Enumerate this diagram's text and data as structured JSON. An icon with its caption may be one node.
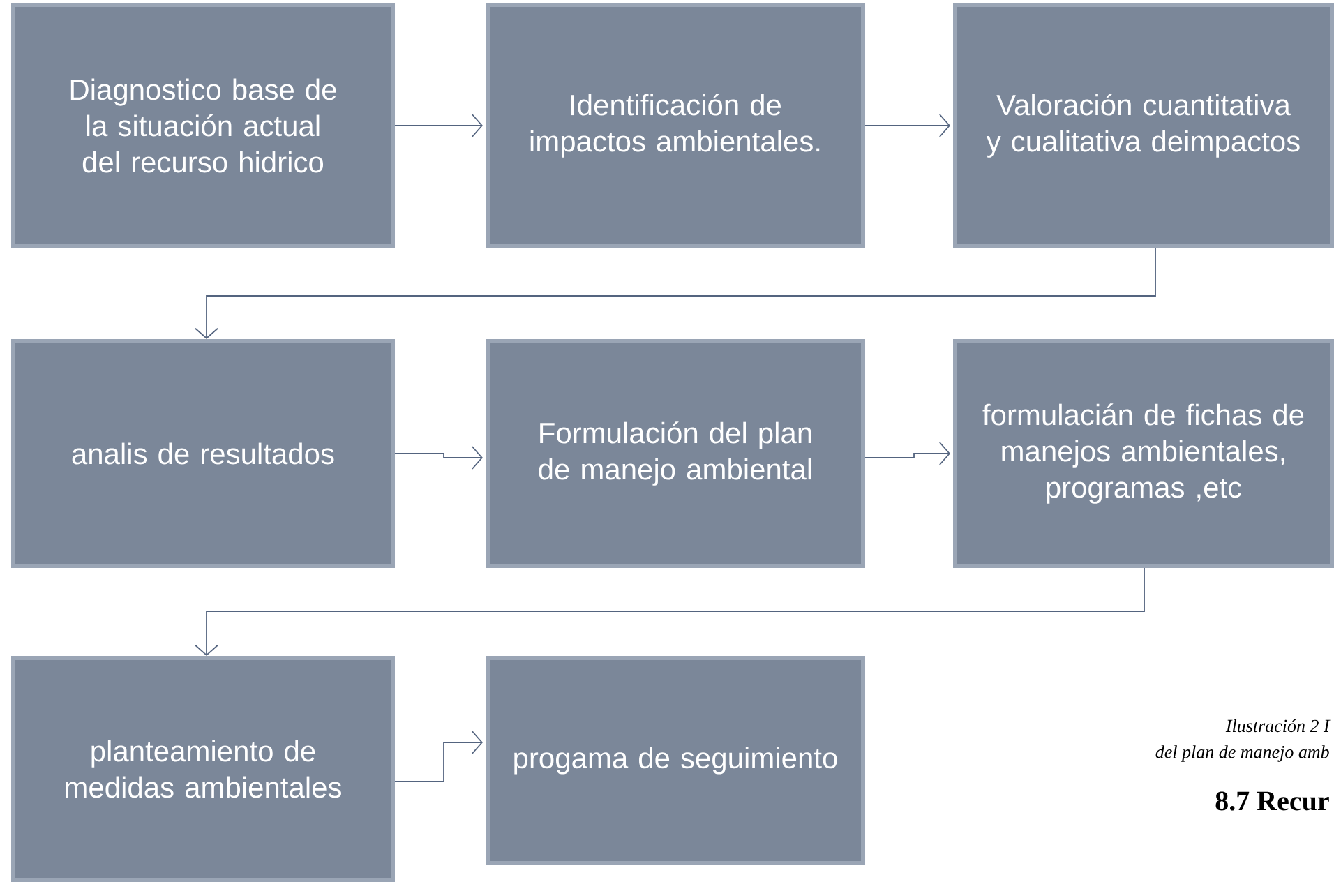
{
  "diagram": {
    "nodes": [
      {
        "text": [
          "Diagnostico base de la situación actual del recurso hidrico"
        ]
      },
      {
        "text": [
          "Identificación de impactos ambientales."
        ]
      },
      {
        "text": [
          "Valoración cuantitativa y cualitativa deimpactos"
        ]
      },
      {
        "text": [
          "analis de resultados"
        ]
      },
      {
        "text": [
          "Formulación del plan de manejo ambiental"
        ]
      },
      {
        "text": [
          "formulacián de fichas de manejos ambientales, programas ,etc"
        ]
      },
      {
        "text": [
          "planteamiento de medidas ambientales"
        ]
      },
      {
        "text": [
          "progama de seguimiento"
        ]
      }
    ],
    "edges": [
      {
        "from": 0,
        "to": 1,
        "arrow": "to"
      },
      {
        "from": 1,
        "to": 2,
        "arrow": "to"
      },
      {
        "from": 2,
        "to": 3,
        "arrow": "to"
      },
      {
        "from": 3,
        "to": 4,
        "arrow": "to"
      },
      {
        "from": 4,
        "to": 5,
        "arrow": "to"
      },
      {
        "from": 5,
        "to": 6,
        "arrow": "to"
      },
      {
        "from": 6,
        "to": 7,
        "arrow": "to"
      }
    ],
    "labels": [
      "Ilustración 2 I",
      "del plan de manejo amb",
      "8.7 Recur"
    ]
  }
}
